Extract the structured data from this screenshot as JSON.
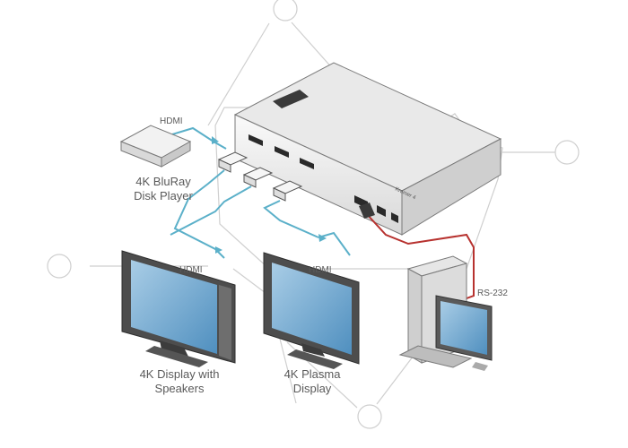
{
  "labels": {
    "hdmi_player": "HDMI",
    "player_line1": "4K BluRay",
    "player_line2": "Disk Player",
    "hdmi_display1": "HDMI",
    "display1_line1": "4K Display with",
    "display1_line2": "Speakers",
    "hdmi_display2": "HDMI",
    "display2_line1": "4K Plasma",
    "display2_line2": "Display",
    "rs232": "RS-232"
  },
  "colors": {
    "hdmi_cable": "#5bb0c9",
    "rs232_cable": "#b7322f",
    "device_body": "#f4f4f4",
    "screen": "#7fb2d3",
    "watermark": "#d0d0d0"
  }
}
